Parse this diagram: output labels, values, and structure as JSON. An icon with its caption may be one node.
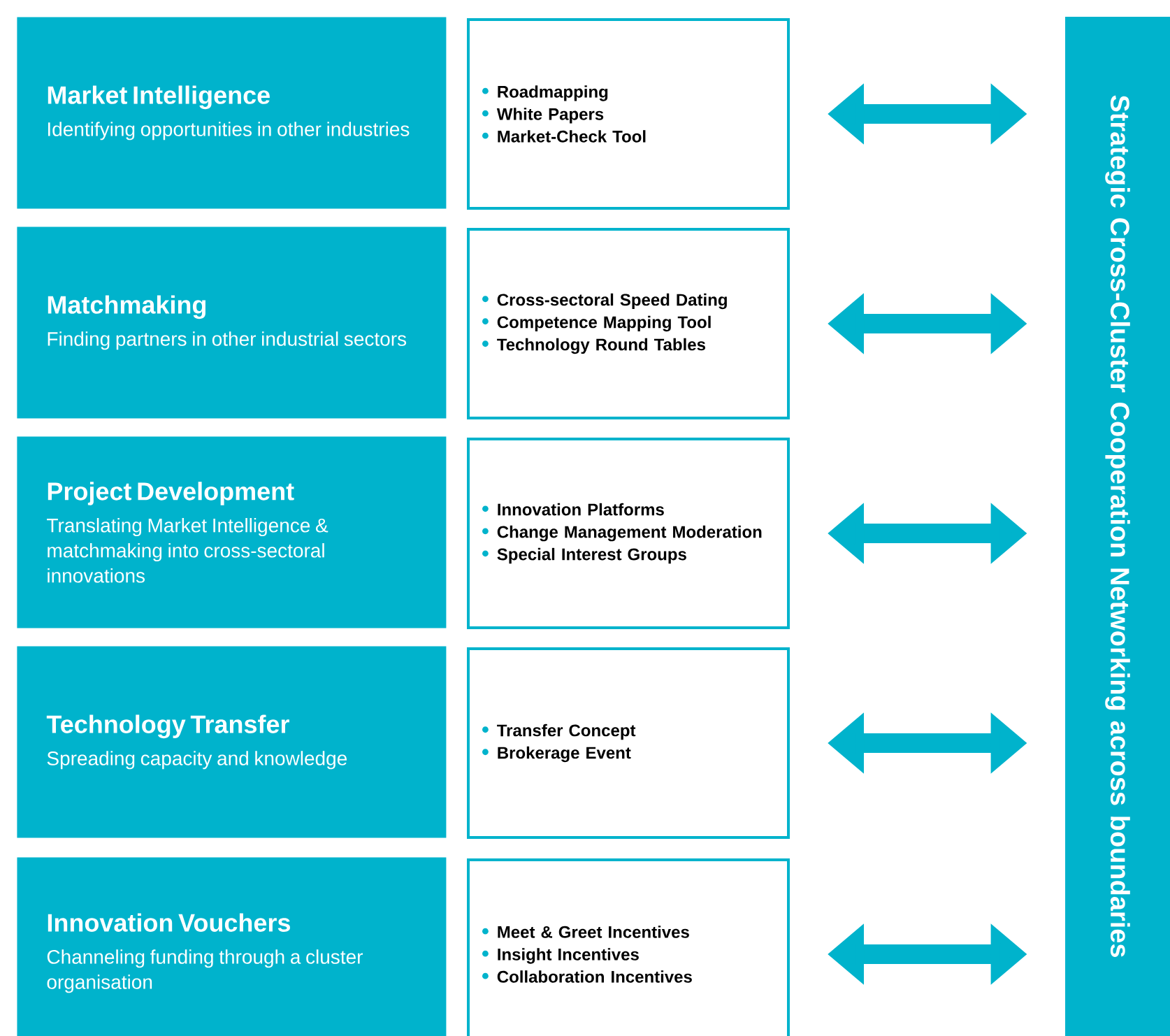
{
  "diagram": {
    "nodes": [
      {
        "text": [
          "Market Intelligence",
          "Identifying opportunities in other industries"
        ]
      },
      {
        "text": [
          "Roadmapping",
          "White Papers",
          "Market-Check Tool"
        ]
      },
      {
        "text": [
          "Matchmaking",
          "Finding partners in other industrial sectors"
        ]
      },
      {
        "text": [
          "Cross-sectoral Speed Dating",
          "Competence Mapping Tool",
          "Technology Round Tables"
        ]
      },
      {
        "text": [
          "Project Development",
          "Translating Market Intelligence & matchmaking into cross-sectoral innovations"
        ]
      },
      {
        "text": [
          "Innovation Platforms",
          "Change Management Moderation",
          "Special Interest Groups"
        ]
      },
      {
        "text": [
          "Technology Transfer",
          "Spreading capacity and knowledge"
        ]
      },
      {
        "text": [
          "Transfer Concept",
          "Brokerage Event"
        ]
      },
      {
        "text": [
          "Innovation Vouchers",
          "Channeling funding through a cluster organisation"
        ]
      },
      {
        "text": [
          "Meet & Greet Incentives",
          "Insight Incentives",
          "Collaboration Incentives"
        ]
      },
      {
        "text": [
          "Strategic Cross-Cluster Cooperation Networking across boundaries"
        ]
      }
    ],
    "edges": [
      {
        "from": 1,
        "to": 10,
        "arrow": "both"
      },
      {
        "from": 3,
        "to": 10,
        "arrow": "both"
      },
      {
        "from": 5,
        "to": 10,
        "arrow": "both"
      },
      {
        "from": 7,
        "to": 10,
        "arrow": "both"
      },
      {
        "from": 9,
        "to": 10,
        "arrow": "both"
      }
    ]
  }
}
